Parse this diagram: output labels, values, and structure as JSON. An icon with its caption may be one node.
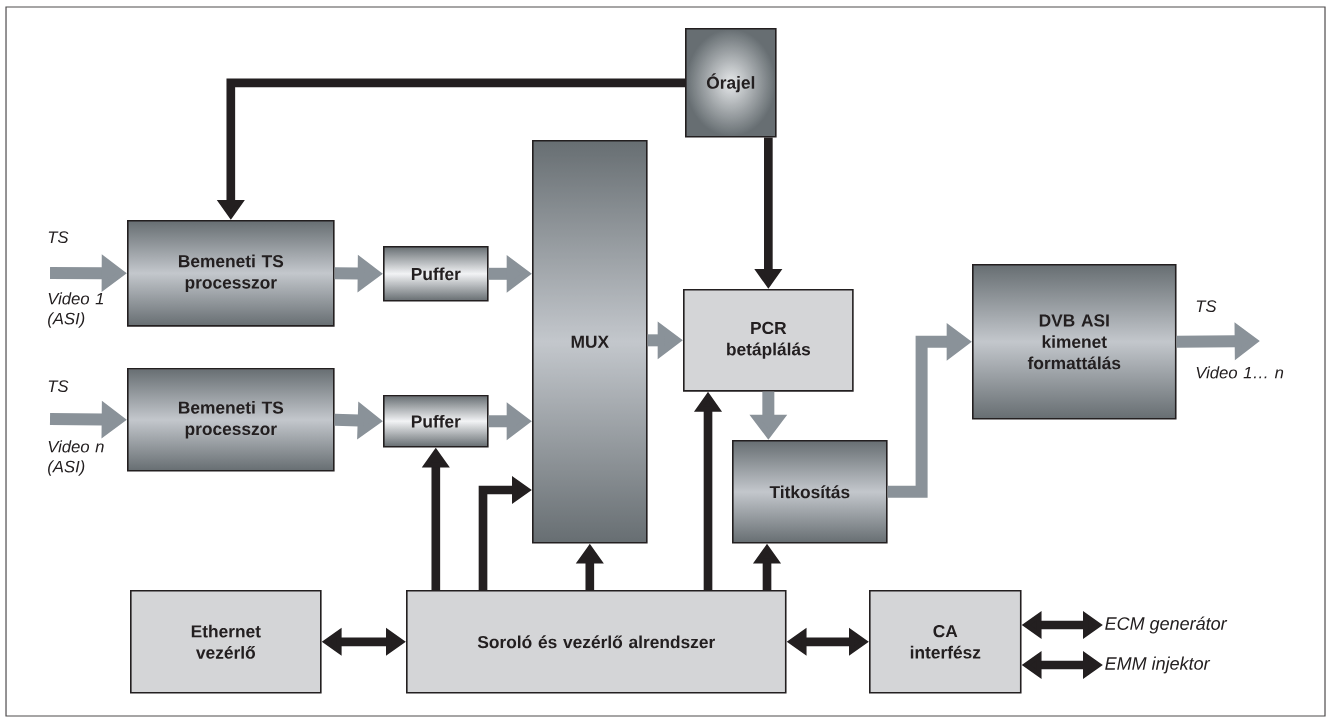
{
  "diagram": {
    "nodes": [
      {
        "text": [
          "Órajel"
        ]
      },
      {
        "text": [
          "Bemeneti TS processzor"
        ]
      },
      {
        "text": [
          "Puffer"
        ]
      },
      {
        "text": [
          "MUX"
        ]
      },
      {
        "text": [
          "PCR betáplálás"
        ]
      },
      {
        "text": [
          "DVB ASI kimenet formattálás"
        ]
      },
      {
        "text": [
          "Bemeneti TS processzor"
        ]
      },
      {
        "text": [
          "Puffer"
        ]
      },
      {
        "text": [
          "Titkosítás"
        ]
      },
      {
        "text": [
          "Ethernet vezérlő"
        ]
      },
      {
        "text": [
          "Soroló és vezérlő alrendszer"
        ]
      },
      {
        "text": [
          "CA interfész"
        ]
      },
      {
        "text": [
          "ECM generátor"
        ]
      },
      {
        "text": [
          "EMM injektor"
        ]
      }
    ],
    "edges": [
      {
        "from": 0,
        "to": 1,
        "arrow": "to"
      },
      {
        "from": 0,
        "to": 4,
        "arrow": "to"
      },
      {
        "from": null,
        "to": 1,
        "arrow": "to",
        "color": "#8a9299"
      },
      {
        "from": 1,
        "to": 2,
        "arrow": "to",
        "color": "#8a9299"
      },
      {
        "from": 2,
        "to": 3,
        "arrow": "to",
        "color": "#8a9299"
      },
      {
        "from": null,
        "to": 6,
        "arrow": "to",
        "color": "#8a9299"
      },
      {
        "from": 6,
        "to": 7,
        "arrow": "to",
        "color": "#8a9299"
      },
      {
        "from": 7,
        "to": 3,
        "arrow": "to",
        "color": "#8a9299"
      },
      {
        "from": 3,
        "to": 4,
        "arrow": "to",
        "color": "#8a9299"
      },
      {
        "from": 4,
        "to": 8,
        "arrow": "to",
        "color": "#8a9299"
      },
      {
        "from": 8,
        "to": 5,
        "arrow": "to",
        "color": "#8a9299"
      },
      {
        "from": 5,
        "to": null,
        "arrow": "to",
        "color": "#8a9299"
      },
      {
        "from": 10,
        "to": 7,
        "arrow": "to"
      },
      {
        "from": 10,
        "to": 3,
        "arrow": "to"
      },
      {
        "from": 10,
        "to": 3,
        "arrow": "to"
      },
      {
        "from": 10,
        "to": 4,
        "arrow": "to"
      },
      {
        "from": 10,
        "to": 8,
        "arrow": "to"
      },
      {
        "from": 9,
        "to": 10,
        "arrow": "both"
      },
      {
        "from": 10,
        "to": 11,
        "arrow": "both"
      },
      {
        "from": 11,
        "to": 12,
        "arrow": "both"
      },
      {
        "from": 11,
        "to": 13,
        "arrow": "both"
      }
    ],
    "labels": [
      "TS",
      "Video 1 (ASI)",
      "TS",
      "Video n (ASI)",
      "TS",
      "Video 1… n"
    ]
  }
}
